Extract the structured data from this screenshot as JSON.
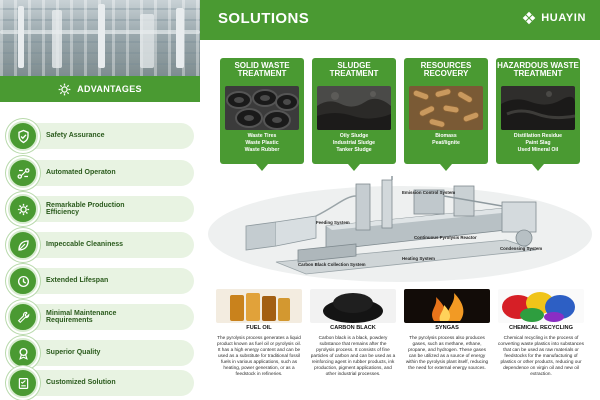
{
  "advantages": {
    "header": "ADVANTAGES",
    "items": [
      {
        "label": "Safety Assurance",
        "icon": "shield-check-icon"
      },
      {
        "label": "Automated Operaton",
        "icon": "automation-icon"
      },
      {
        "label": "Remarkable Production Efficiency",
        "icon": "gear-efficiency-icon"
      },
      {
        "label": "Impeccable Cleaniness",
        "icon": "leaf-icon"
      },
      {
        "label": "Extended Lifespan",
        "icon": "clock-icon"
      },
      {
        "label": "Minimal Maintenance Requirements",
        "icon": "wrench-icon"
      },
      {
        "label": "Superior Quality",
        "icon": "quality-badge-icon"
      },
      {
        "label": "Customized Solution",
        "icon": "checklist-icon"
      }
    ]
  },
  "solutions": {
    "title": "SOLUTIONS",
    "logo": "HUAYIN",
    "cards": [
      {
        "title": "SOLID WASTE TREATMENT",
        "lines": "Waste Tires\nWaste Plastic\nWaste Rubber",
        "image": "tires-image"
      },
      {
        "title": "SLUDGE TREATMENT",
        "lines": "Oily Sludge\nIndustrial Sludge\nTanker Sludge",
        "image": "sludge-image"
      },
      {
        "title": "RESOURCES RECOVERY",
        "lines": "Biomass\nPeat/lignite",
        "image": "biomass-image"
      },
      {
        "title": "HAZARDOUS WASTE TREATMENT",
        "lines": "Distillation Residue\nPaint Slag\nUsed Mineral Oil",
        "image": "hazardous-waste-image"
      }
    ]
  },
  "plant": {
    "labels": {
      "emission": "Emission Control System",
      "feeding": "Feeding System",
      "reactor": "Continuous Pyrolysis Reactor",
      "condensing": "Condensing System",
      "carbon": "Carbon Black Collection System",
      "heating": "Heating System"
    }
  },
  "products": [
    {
      "tag": "FUEL OIL",
      "text": "The pyrolysis process generates a liquid product known as fuel oil or pyrolysis oil. It has a high energy content and can be used as a substitute for traditional fossil fuels in various applications, such as heating, power generation, or as a feedstock in refineries."
    },
    {
      "tag": "CARBON BLACK",
      "text": "Carbon black is a black, powdery substance that remains after the pyrolysis process. It consists of fine particles of carbon and can be used as a reinforcing agent in rubber products, ink production, pigment applications, and other industrial processes."
    },
    {
      "tag": "SYNGAS",
      "text": "The pyrolysis process also produces gases, such as methane, ethane, propane, and hydrogen. These gases can be utilized as a source of energy within the pyrolysis plant itself, reducing the need for external energy sources."
    },
    {
      "tag": "CHEMICAL RECYCLING",
      "text": "Chemical recycling is the process of converting waste plastics into substances that can be used as raw materials or feedstocks for the manufacturing of plastics or other products, reducing our dependence on virgin oil and new oil extraction."
    }
  ],
  "colors": {
    "brand_green": "#4a9a32",
    "light_green": "#e8f3e2",
    "dark_green_text": "#2a5a1c"
  }
}
